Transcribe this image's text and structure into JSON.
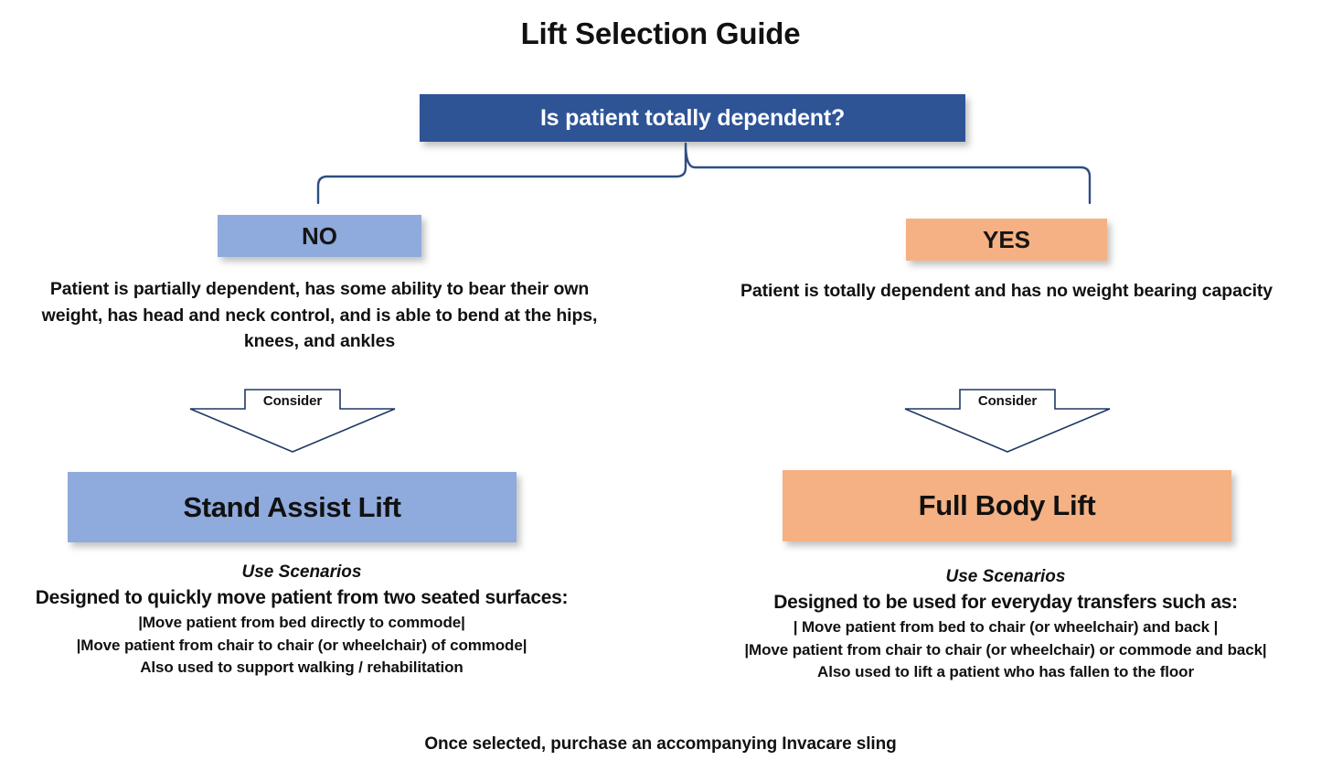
{
  "title": "Lift Selection Guide",
  "decision": {
    "question": "Is patient totally dependent?"
  },
  "branches": {
    "left": {
      "answer_label": "NO",
      "description": "Patient is partially dependent, has some ability to bear their own weight, has head and neck control, and is able to bend at the hips, knees, and ankles",
      "connector_label": "Consider",
      "product": "Stand Assist Lift",
      "scenarios": {
        "heading": "Use Scenarios",
        "lead": "Designed to quickly move patient from two seated surfaces:",
        "lines": [
          "|Move patient from bed directly to commode|",
          "|Move patient from chair to chair (or wheelchair) of commode|",
          "Also used to support walking / rehabilitation"
        ]
      }
    },
    "right": {
      "answer_label": "YES",
      "description": "Patient is totally dependent and has no weight bearing capacity",
      "connector_label": "Consider",
      "product": "Full Body Lift",
      "scenarios": {
        "heading": "Use Scenarios",
        "lead": "Designed to be used for everyday transfers such as:",
        "lines": [
          "| Move patient from bed to chair (or wheelchair) and back |",
          "|Move patient from chair to chair (or wheelchair) or commode and back|",
          "Also used to lift a patient who has fallen to the floor"
        ]
      }
    }
  },
  "footer": {
    "note": "Once selected, purchase an accompanying Invacare sling"
  },
  "colors": {
    "header_blue": "#2E5496",
    "light_blue": "#8FAADC",
    "orange": "#F5B183",
    "text": "#111111",
    "connector_stroke": "#2E4E82",
    "background": "#FFFFFF"
  }
}
